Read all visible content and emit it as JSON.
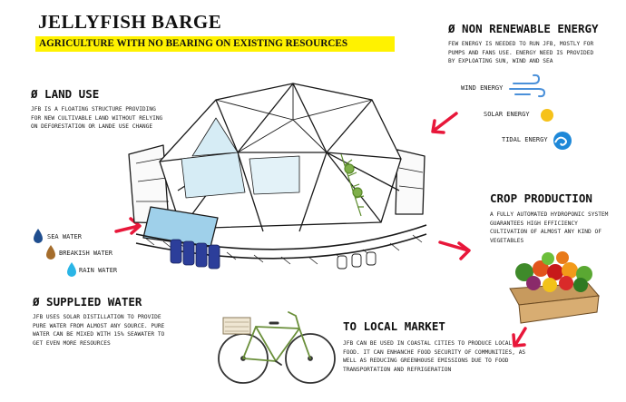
{
  "title": "JELLYFISH BARGE",
  "subtitle": "AGRICULTURE WITH NO BEARING ON EXISTING RESOURCES",
  "land_use": {
    "heading": "Ø LAND USE",
    "text": "JFB is a floating structure providing for new cultivable land without relying on deforestation or lande use change"
  },
  "energy": {
    "heading": "Ø NON RENEWABLE ENERGY",
    "text": "Few energy is needed to run JFB, mostly for pumps and fans use. Energy need is provided by exploating sun, wind and sea",
    "items": [
      "Wind energy",
      "Solar energy",
      "Tidal energy"
    ]
  },
  "crop": {
    "heading": "CROP PRODUCTION",
    "text": "A fully automated hydroponic system guarantees high efficiency cultivation of almost any kind of vegetables"
  },
  "water_types": [
    "SEA WATER",
    "BREAKISH WATER",
    "RAIN WATER"
  ],
  "supplied_water": {
    "heading": "Ø SUPPLIED WATER",
    "text": "JFB uses solar distillation to provide pure water from almost any source. Pure water can be mixed with 15% seawater to get even more resources"
  },
  "market": {
    "heading": "TO LOCAL MARKET",
    "text": "JFB can be used in coastal cities to produce local food. It can enhanche food security of communities, as well as reducing greenhouse emissions due to food transportation and refrigeration"
  },
  "colors": {
    "highlight": "#fff200",
    "arrow": "#e8173a",
    "sun": "#f6c21a",
    "wind": "#4a90d9",
    "tide": "#1e88d8",
    "sea_drop": "#1f4e8f",
    "brackish_drop": "#a56d2c",
    "rain_drop": "#2ab5e6",
    "bike": "#6a8f3a"
  },
  "icons": [
    "wind-icon",
    "sun-icon",
    "wave-icon",
    "drop-icon",
    "arrow-icon",
    "barge-illustration",
    "vegetable-crate",
    "bicycle"
  ]
}
